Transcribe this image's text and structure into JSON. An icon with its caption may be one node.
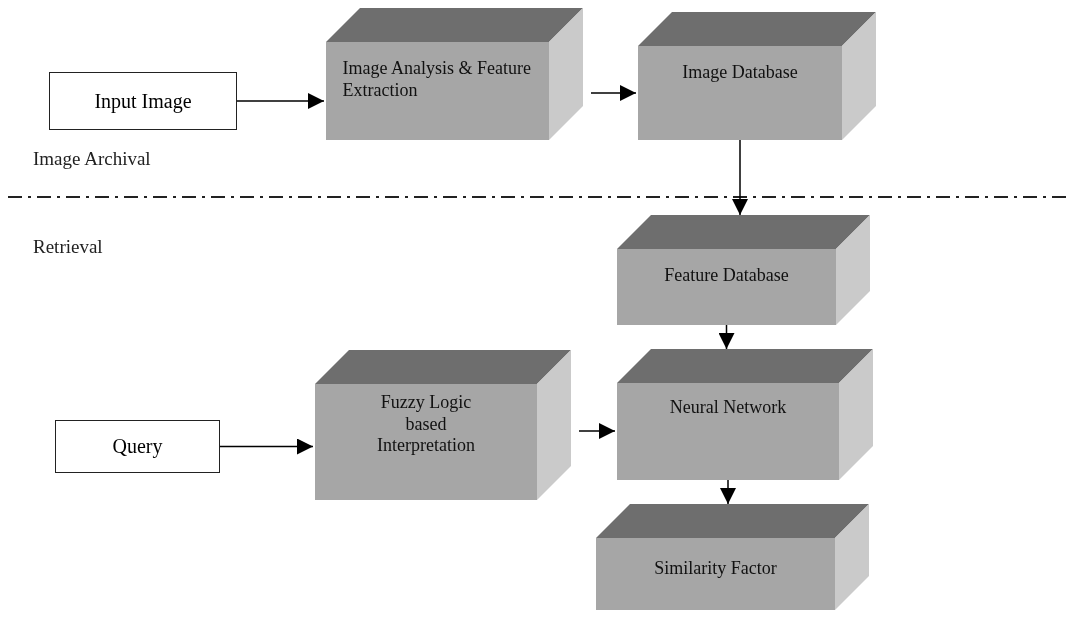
{
  "diagram": {
    "nodes": [
      {
        "text": [
          "Input Image"
        ]
      },
      {
        "text": [
          "Image Analysis & Feature Extraction"
        ]
      },
      {
        "text": [
          "Image Database"
        ]
      },
      {
        "text": [
          "Feature Database"
        ]
      },
      {
        "text": [
          "Query"
        ]
      },
      {
        "text": [
          "Fuzzy Logic based Interpretation"
        ]
      },
      {
        "text": [
          "Neural Network"
        ]
      },
      {
        "text": [
          "Similarity Factor"
        ]
      }
    ],
    "edges": [
      {
        "from": 0,
        "to": 1,
        "arrow": "to"
      },
      {
        "from": 1,
        "to": 2,
        "arrow": "to"
      },
      {
        "from": 2,
        "to": 3,
        "arrow": "to"
      },
      {
        "from": 3,
        "to": 6,
        "arrow": "to"
      },
      {
        "from": 4,
        "to": 5,
        "arrow": "to"
      },
      {
        "from": 5,
        "to": 6,
        "arrow": "to"
      },
      {
        "from": 6,
        "to": 7,
        "arrow": "to"
      }
    ],
    "labels": [
      "Image Archival",
      "Retrieval"
    ]
  }
}
